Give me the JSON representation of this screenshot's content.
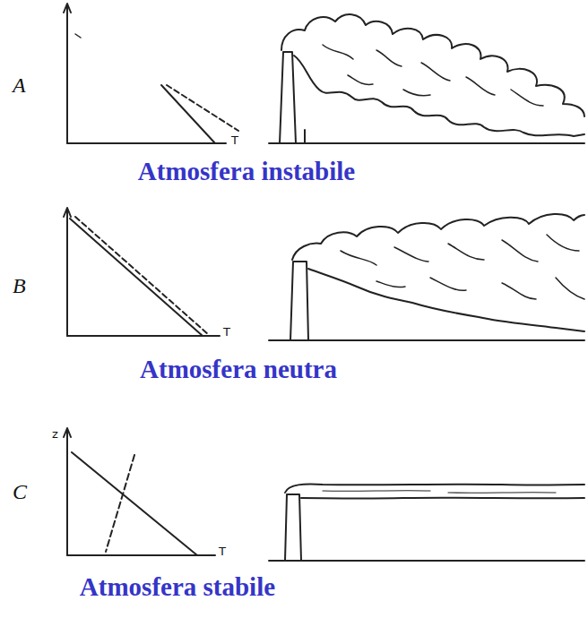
{
  "diagram": {
    "labels": [
      "A",
      "T",
      "Atmosfera instabile",
      "B",
      "T",
      "Atmosfera neutra",
      "C",
      "z",
      "T",
      "Atmosfera stabile"
    ]
  }
}
